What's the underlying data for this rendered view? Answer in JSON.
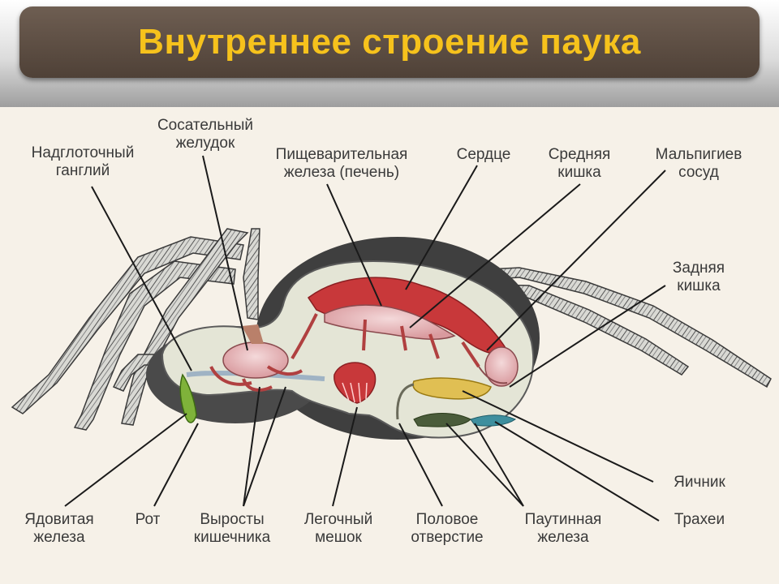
{
  "title": "Внутреннее строение паука",
  "labels": {
    "ganglion": "Надглоточный\nганглий",
    "sucking_stomach": "Сосательный\nжелудок",
    "digestive_gland": "Пищеварительная\nжелеза (печень)",
    "heart": "Сердце",
    "midgut": "Средняя\nкишка",
    "malpighian": "Мальпигиев\nсосуд",
    "hindgut": "Задняя\nкишка",
    "ovary": "Яичник",
    "tracheae": "Трахеи",
    "venom_gland": "Ядовитая\nжелеза",
    "mouth": "Рот",
    "gut_outgrowths": "Выросты\nкишечника",
    "book_lung": "Легочный\nмешок",
    "genital_opening": "Половое\nотверстие",
    "silk_gland": "Паутинная\nжелеза"
  },
  "colors": {
    "title_bg": "#5e4f44",
    "title_text": "#f6c21c",
    "organ_red": "#c8383a",
    "organ_pink": "#e8c2c4",
    "body_fill": "#e4e5d6"
  }
}
